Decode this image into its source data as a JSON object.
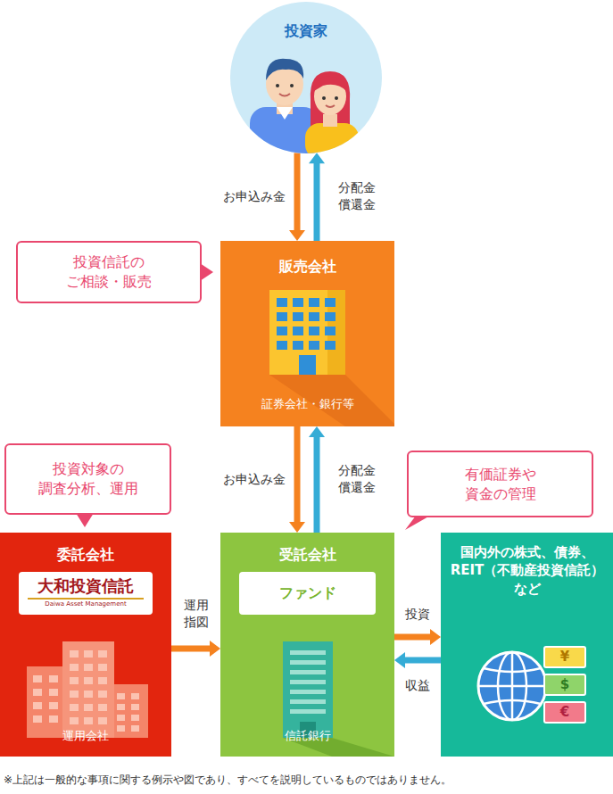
{
  "diagram": {
    "nodes": [
      {
        "text": [
          "投資家"
        ]
      },
      {
        "text": [
          "投資信託の ご相談・販売"
        ]
      },
      {
        "text": [
          "販売会社",
          "証券会社・銀行等"
        ]
      },
      {
        "text": [
          "投資対象の 調査分析、運用"
        ]
      },
      {
        "text": [
          "有価証券や 資金の管理"
        ]
      },
      {
        "text": [
          "委託会社",
          "運用会社"
        ]
      },
      {
        "text": [
          "大和投資信託",
          "Daiwa Asset Management"
        ],
        "in": 5
      },
      {
        "text": [
          "受託会社",
          "信託銀行"
        ]
      },
      {
        "text": [
          "ファンド"
        ],
        "in": 7
      },
      {
        "text": [
          "国内外の株式、債券、 REIT（不動産投資信託） など"
        ]
      }
    ],
    "edges": [
      {
        "from": 0,
        "to": 2,
        "label": "お申込み金",
        "arrow": "to"
      },
      {
        "from": 2,
        "to": 0,
        "label": "分配金 償還金",
        "arrow": "to"
      },
      {
        "from": 2,
        "to": 7,
        "label": "お申込み金",
        "arrow": "to"
      },
      {
        "from": 7,
        "to": 2,
        "label": "分配金 償還金",
        "arrow": "to"
      },
      {
        "from": 5,
        "to": 7,
        "label": "運用 指図",
        "arrow": "to"
      },
      {
        "from": 7,
        "to": 9,
        "label": "投資",
        "arrow": "to"
      },
      {
        "from": 9,
        "to": 7,
        "label": "収益",
        "arrow": "to"
      }
    ],
    "labels": [
      "¥",
      "$",
      "€",
      "※上記は一般的な事項に関する例示や図であり、すべてを説明しているものではありません。"
    ]
  }
}
